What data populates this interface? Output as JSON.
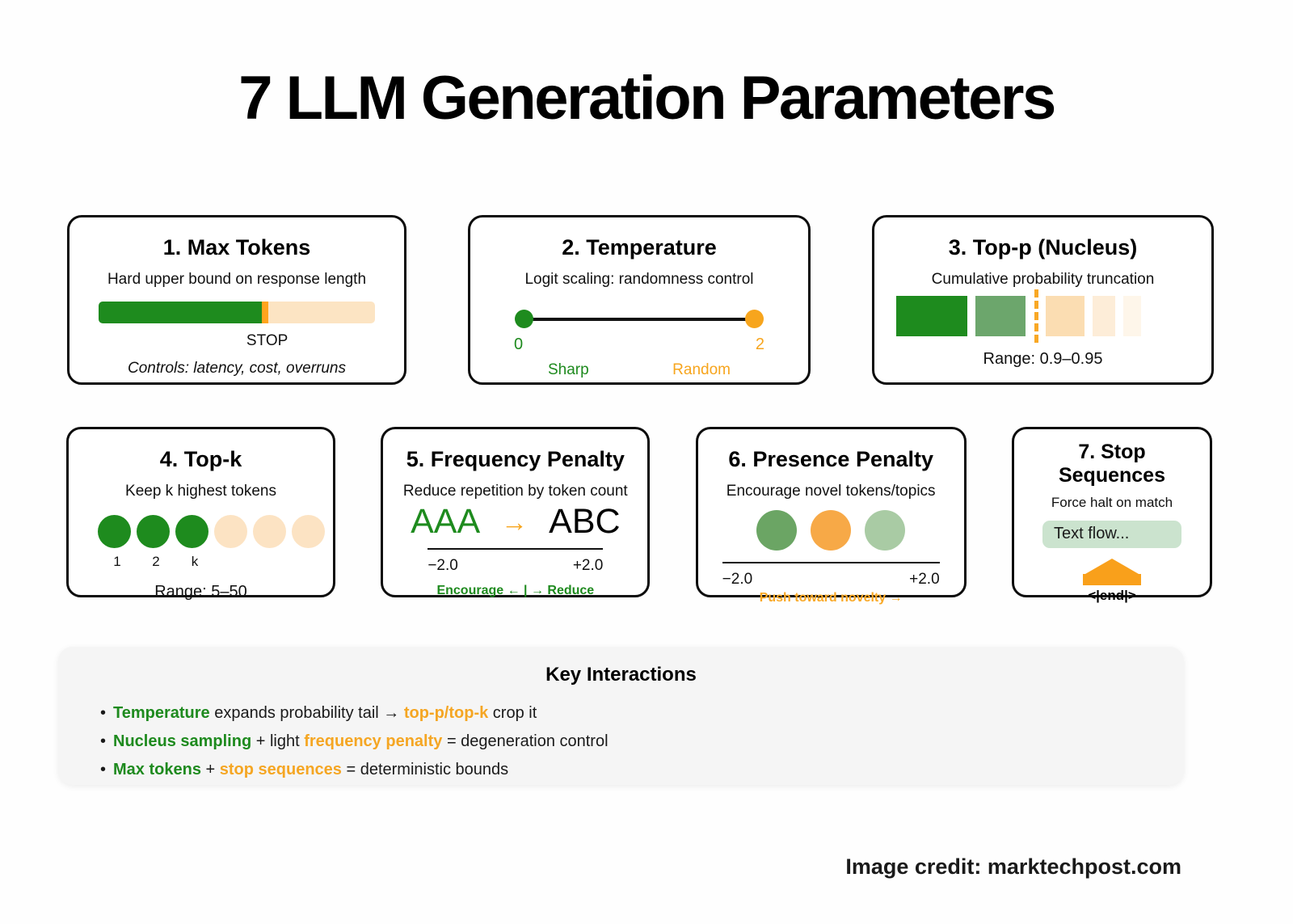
{
  "title": "7 LLM Generation Parameters",
  "colors": {
    "green": "#1E8B1E",
    "medium_green": "#6CA66C",
    "presence_green": "#6BA564",
    "light_green": "#A9CBA4",
    "flow_box_green": "#CBE3CE",
    "orange": "#F7A51D",
    "deep_orange": "#F9A01B",
    "marker_orange": "#FFA41D",
    "peach": "#FCE4C3",
    "pale_peach": "#FDEDD8",
    "faint_peach": "#FEF6EA",
    "panel_gray": "#F5F5F5"
  },
  "cards": [
    {
      "title": "1. Max Tokens",
      "subtitle": "Hard upper bound on response length",
      "bar": {
        "fill_percent": 59,
        "fill_color": "#1E8B1E",
        "marker_color": "#FFA41D",
        "rest_color": "#FCE4C3"
      },
      "stop_label": "STOP",
      "note": "Controls: latency, cost, overruns"
    },
    {
      "title": "2. Temperature",
      "subtitle": "Logit scaling: randomness control",
      "scale": {
        "min": "0",
        "max": "2",
        "min_caption": "Sharp",
        "max_caption": "Random",
        "min_color": "#1E8B1E",
        "max_color": "#F7A51D"
      }
    },
    {
      "title": "3. Top-p (Nucleus)",
      "subtitle": "Cumulative probability truncation",
      "segments": [
        {
          "width": 88,
          "color": "#1E8B1E"
        },
        {
          "width": 62,
          "color": "#6CA66C"
        },
        {
          "width": 48,
          "color": "#FBDDB2"
        },
        {
          "width": 28,
          "color": "#FDEDD8"
        },
        {
          "width": 22,
          "color": "#FEF6EA"
        }
      ],
      "cutoff_after_segment": 2,
      "range_label": "Range: 0.9–0.95"
    },
    {
      "title": "4. Top-k",
      "subtitle": "Keep k highest tokens",
      "dot_colors": [
        "#1E8B1E",
        "#1E8B1E",
        "#1E8B1E",
        "#FCE3C3",
        "#FCE3C3",
        "#FCE3C3"
      ],
      "dot_labels": [
        "1",
        "2",
        "k"
      ],
      "range_label": "Range: 5–50"
    },
    {
      "title": "5. Frequency Penalty",
      "subtitle": "Reduce repetition by token count",
      "example": {
        "before": "AAA",
        "arrow": "→",
        "after": "ABC"
      },
      "axis": {
        "min": "−2.0",
        "max": "+2.0"
      },
      "legend": "Encourage ← | → Reduce"
    },
    {
      "title": "6. Presence Penalty",
      "subtitle": "Encourage novel tokens/topics",
      "dot_colors": [
        "#6BA564",
        "#F7A947",
        "#A9CBA4"
      ],
      "axis": {
        "min": "−2.0",
        "max": "+2.0"
      },
      "legend": "Push toward novelty →"
    },
    {
      "title": "7. Stop Sequences",
      "subtitle": "Force halt on match",
      "flow_label": "Text flow...",
      "stop_token": "<|end|>"
    }
  ],
  "interactions": {
    "title": "Key Interactions",
    "bullet_char": "•",
    "bullets": [
      {
        "parts": [
          {
            "t": "Temperature",
            "c": "green"
          },
          {
            "t": " expands probability tail → ",
            "c": "dark"
          },
          {
            "t": "top-p/top-k",
            "c": "orange"
          },
          {
            "t": " crop it",
            "c": "dark"
          }
        ]
      },
      {
        "parts": [
          {
            "t": "Nucleus sampling",
            "c": "green"
          },
          {
            "t": " + light ",
            "c": "dark"
          },
          {
            "t": "frequency penalty",
            "c": "orange"
          },
          {
            "t": " = degeneration control",
            "c": "dark"
          }
        ]
      },
      {
        "parts": [
          {
            "t": "Max tokens",
            "c": "green"
          },
          {
            "t": " + ",
            "c": "dark"
          },
          {
            "t": "stop sequences",
            "c": "orange"
          },
          {
            "t": " = deterministic bounds",
            "c": "dark"
          }
        ]
      }
    ]
  },
  "footer": {
    "credit": "Image credit: marktechpost.com"
  }
}
